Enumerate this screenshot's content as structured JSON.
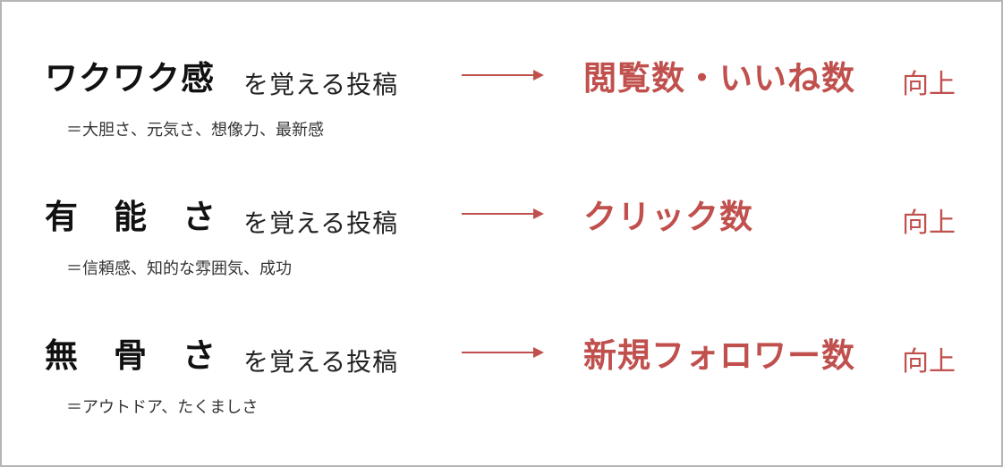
{
  "colors": {
    "accent": "#c0504d",
    "text": "#111111",
    "border": "#b5b5b5"
  },
  "rows": [
    {
      "heading": "ワクワク感",
      "rest": "を覚える投稿",
      "note": "＝大胆さ、元気さ、想像力、最新感",
      "result": "閲覧数・いいね数",
      "up": "向上"
    },
    {
      "heading": "有能さ",
      "rest": "を覚える投稿",
      "note": "＝信頼感、知的な雰囲気、成功",
      "result": "クリック数",
      "up": "向上"
    },
    {
      "heading": "無骨さ",
      "rest": "を覚える投稿",
      "note": "＝アウトドア、たくましさ",
      "result": "新規フォロワー数",
      "up": "向上"
    }
  ]
}
